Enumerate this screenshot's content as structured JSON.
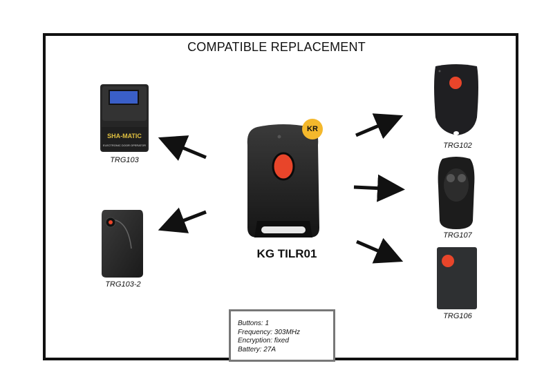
{
  "title": "COMPATIBLE REPLACEMENT",
  "main_product": "KG TILR01",
  "brand_badge": "KR",
  "colors": {
    "button_red": "#e8452a",
    "remote_body": "#1e1e1e",
    "badge_yellow": "#f4b82c",
    "frame": "#111111",
    "specs_border": "#777777"
  },
  "compatible": [
    {
      "id": "trg103",
      "label": "TRG103",
      "screen_text": "SHA-MATIC",
      "sub_text": "ELECTRONIC DOOR OPERATOR"
    },
    {
      "id": "trg103-2",
      "label": "TRG103-2"
    },
    {
      "id": "trg102",
      "label": "TRG102"
    },
    {
      "id": "trg107",
      "label": "TRG107"
    },
    {
      "id": "trg106",
      "label": "TRG106"
    }
  ],
  "specs": {
    "buttons": "Buttons: 1",
    "frequency": "Frequency: 303MHz",
    "encryption": "Encryption: fixed",
    "battery": "Battery: 27A"
  }
}
